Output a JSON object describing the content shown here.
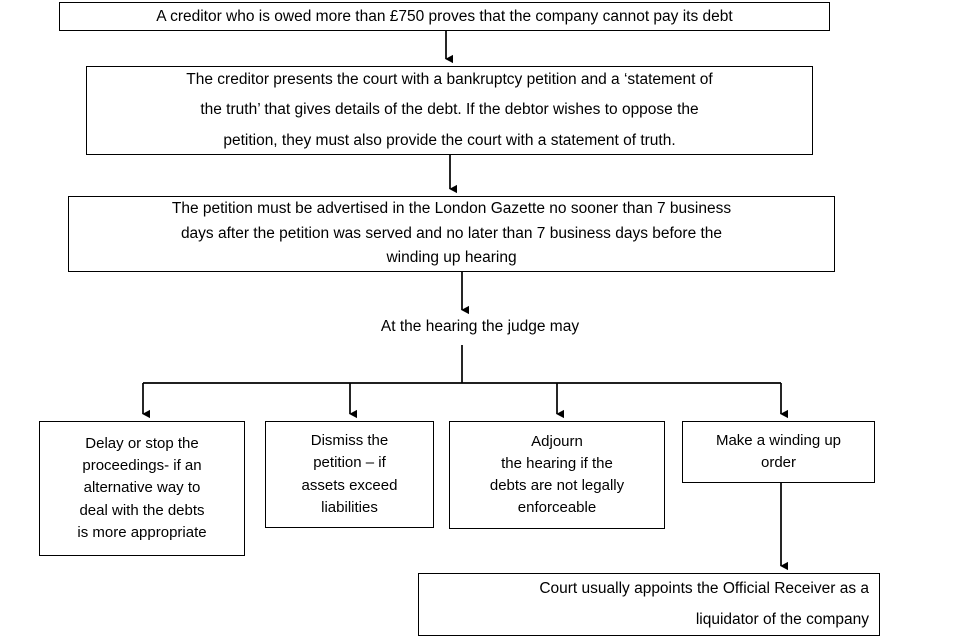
{
  "diagram": {
    "title": "Winding up petition court process flowchart",
    "stroke_color": "#000000",
    "background_color": "#ffffff",
    "nodes": {
      "creditor_proves": "A creditor who is owed more than £750 proves that the company cannot pay its debt",
      "petition_filed": "The creditor presents the court with a bankruptcy petition and a ‘statement of\nthe truth’ that gives details of the debt.  If the debtor wishes to oppose the\npetition, they must also provide the court with a statement of truth.",
      "advertise_gazette": "The petition must be advertised in the London Gazette no sooner than 7 business\ndays after the petition was served and no later than 7 business days before the\nwinding up hearing",
      "judge_may": "At the hearing the judge may",
      "option_delay_stop": "Delay or stop the\nproceedings- if an\nalternative way to\ndeal with the debts\nis more appropriate",
      "option_dismiss": "Dismiss the\npetition – if\nassets exceed\nliabilities",
      "option_adjourn": "Adjourn\nthe hearing if the\ndebts are not legally\nenforceable",
      "option_winding_up_order": "Make a winding up\norder",
      "official_receiver": "Court usually appoints the Official Receiver as a\nliquidator of the company"
    },
    "connectors": [
      {
        "name": "creditor-to-petition",
        "from": "creditor_proves",
        "to": "petition_filed",
        "style": "arrow-down"
      },
      {
        "name": "petition-to-gazette",
        "from": "petition_filed",
        "to": "advertise_gazette",
        "style": "arrow-down"
      },
      {
        "name": "gazette-to-judge",
        "from": "advertise_gazette",
        "to": "judge_may",
        "style": "arrow-down"
      },
      {
        "name": "judge-to-branch-bus",
        "from": "judge_may",
        "to": "branch-bus",
        "style": "line-down"
      },
      {
        "name": "branch-to-delay-stop",
        "from": "branch-bus",
        "to": "option_delay_stop",
        "style": "arrow-down"
      },
      {
        "name": "branch-to-dismiss",
        "from": "branch-bus",
        "to": "option_dismiss",
        "style": "arrow-down"
      },
      {
        "name": "branch-to-adjourn",
        "from": "branch-bus",
        "to": "option_adjourn",
        "style": "arrow-down"
      },
      {
        "name": "branch-to-winding-up-order",
        "from": "branch-bus",
        "to": "option_winding_up_order",
        "style": "arrow-down"
      },
      {
        "name": "winding-up-order-to-official-receiver",
        "from": "option_winding_up_order",
        "to": "official_receiver",
        "style": "arrow-down"
      }
    ]
  }
}
